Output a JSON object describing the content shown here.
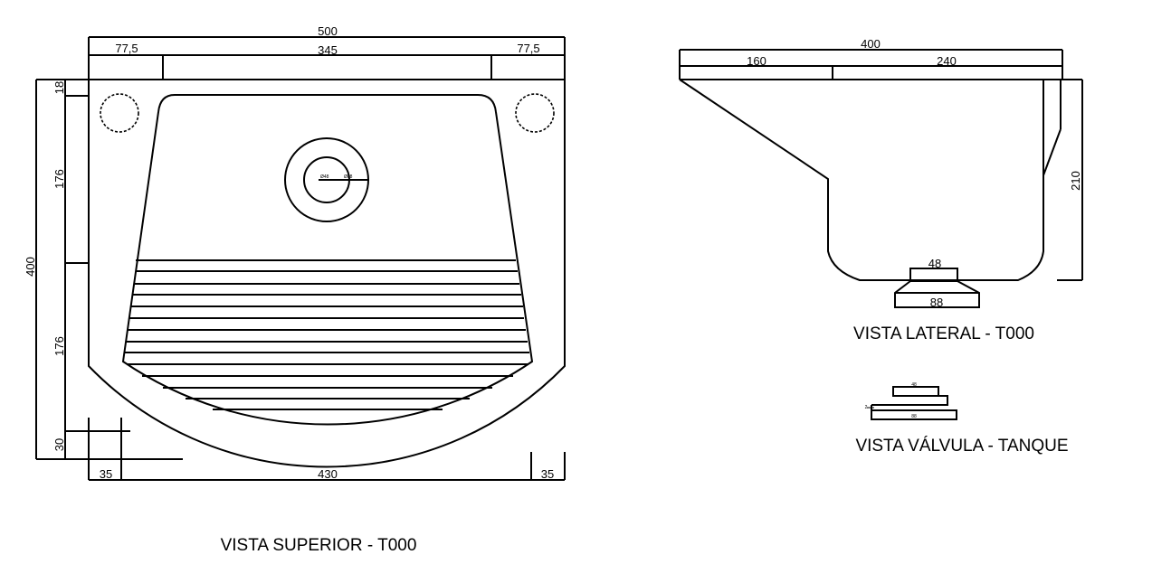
{
  "top_view": {
    "title": "VISTA SUPERIOR - T000",
    "dims": {
      "total_width": "500",
      "left_margin": "77,5",
      "center": "345",
      "right_margin": "77,5",
      "height_total": "400",
      "top_band": "18",
      "upper": "176",
      "lower": "176",
      "bottom": "30",
      "bottom_left": "35",
      "bottom_center": "430",
      "bottom_right": "35",
      "drain_inner": "Ø48",
      "drain_outer": "Ø88"
    }
  },
  "side_view": {
    "title": "VISTA LATERAL - T000",
    "dims": {
      "depth": "400",
      "front": "160",
      "back": "240",
      "height": "210",
      "valve_top": "48",
      "valve_bottom": "88"
    }
  },
  "valve_view": {
    "title": "VISTA VÁLVULA - TANQUE",
    "dims": {
      "top": "48",
      "bottom": "88",
      "side": "2"
    }
  }
}
